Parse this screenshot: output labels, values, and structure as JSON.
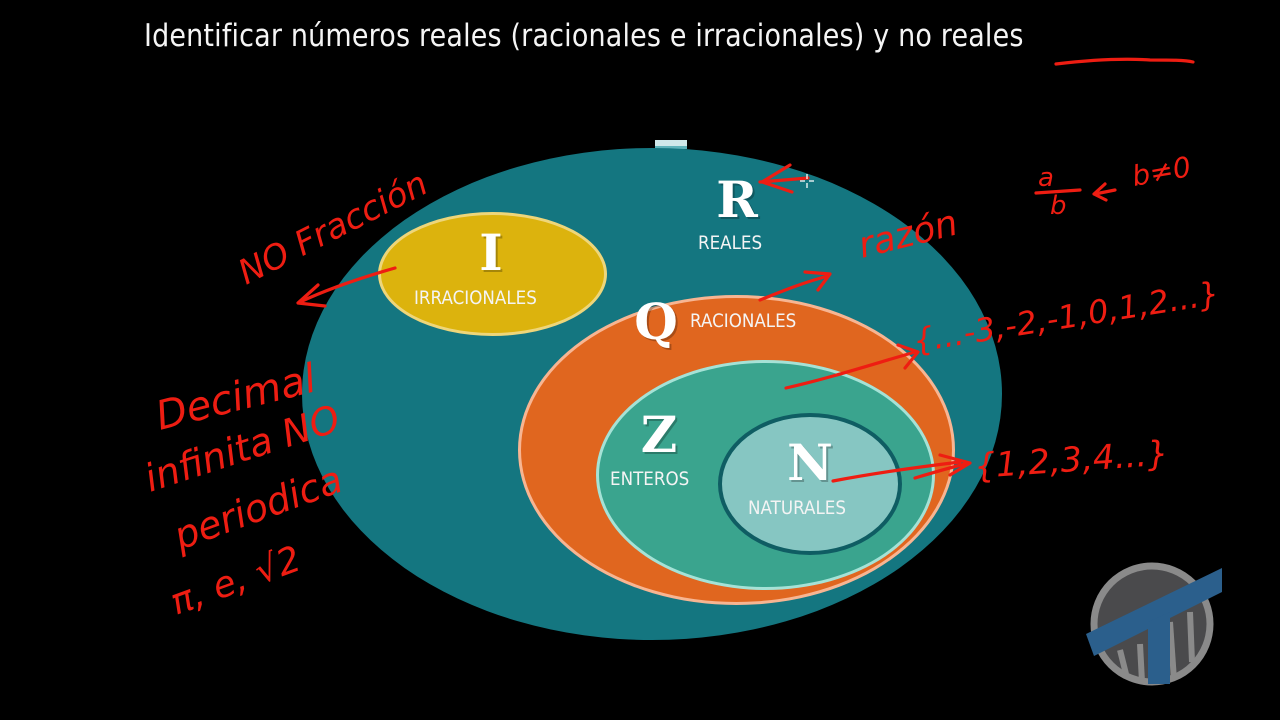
{
  "title": {
    "text": "Identificar números reales (racionales e irracionales) y no reales",
    "underlined_phrase": "no reales"
  },
  "diagram": {
    "sets": [
      {
        "id": "reales",
        "symbol": "R",
        "label": "REALES",
        "color": "#147680"
      },
      {
        "id": "irracionales",
        "symbol": "I",
        "label": "IRRACIONALES",
        "color": "#dcb30d"
      },
      {
        "id": "racionales",
        "symbol": "Q",
        "label": "RACIONALES",
        "color": "#e0661f"
      },
      {
        "id": "enteros",
        "symbol": "Z",
        "label": "ENTEROS",
        "color": "#3aa48e"
      },
      {
        "id": "naturales",
        "symbol": "N",
        "label": "NATURALES",
        "color": "#86c6c2"
      }
    ]
  },
  "annotations": {
    "no_fraccion": "NO Fracción",
    "decimal_lines": [
      "Decimal",
      "infinita NO",
      "periodica",
      "π, e, √2"
    ],
    "razon": "razón",
    "fraction_numerator": "a",
    "fraction_denominator": "b",
    "condition": "b≠0",
    "enteros_set": "{...-3,-2,-1,0,1,2...}",
    "naturales_set": "{1,2,3,4...}",
    "ink_color": "#ee1d12"
  },
  "logo": {
    "icon": "t-logo-icon",
    "colors": {
      "ring": "#8a8a8a",
      "fill": "#4a4a4c",
      "bar": "#2b5f8c"
    }
  }
}
